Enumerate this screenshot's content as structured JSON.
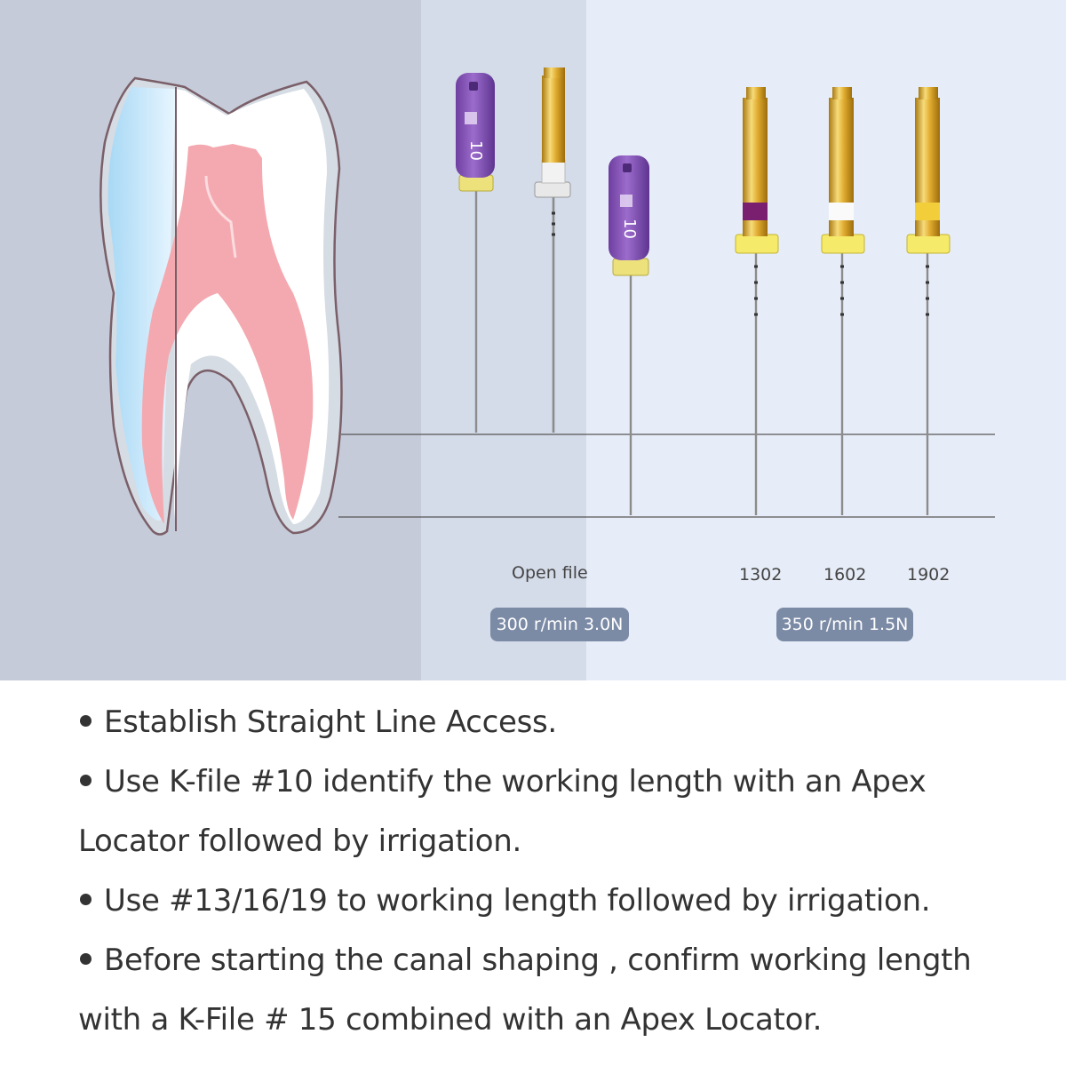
{
  "labels": {
    "open_file": "Open file",
    "file_1302": "1302",
    "file_1602": "1602",
    "file_1902": "1902",
    "handle_size_1": "10",
    "handle_size_2": "10"
  },
  "speeds": {
    "open_file": "300 r/min 3.0N",
    "shaping_files": "350 r/min 1.5N"
  },
  "steps": {
    "s1": "Establish Straight Line Access.",
    "s2_line1": "Use K-file #10 identify the working length with an Apex",
    "s2_line2": "Locator followed by irrigation.",
    "s3": "Use #13/16/19 to working length followed by irrigation.",
    "s4_line1": "Before starting the canal shaping , confirm working length",
    "s4_line2": "with a K-File # 15 combined with an Apex Locator."
  },
  "colors": {
    "panel_left": "#c6cbd9",
    "panel_mid": "#d4dbe9",
    "panel_right": "#e7edf8",
    "pill": "#7b8aa5",
    "pulp": "#f0a5ae",
    "kfile_handle": "#8a5cb5",
    "gold": "#d9a827"
  }
}
